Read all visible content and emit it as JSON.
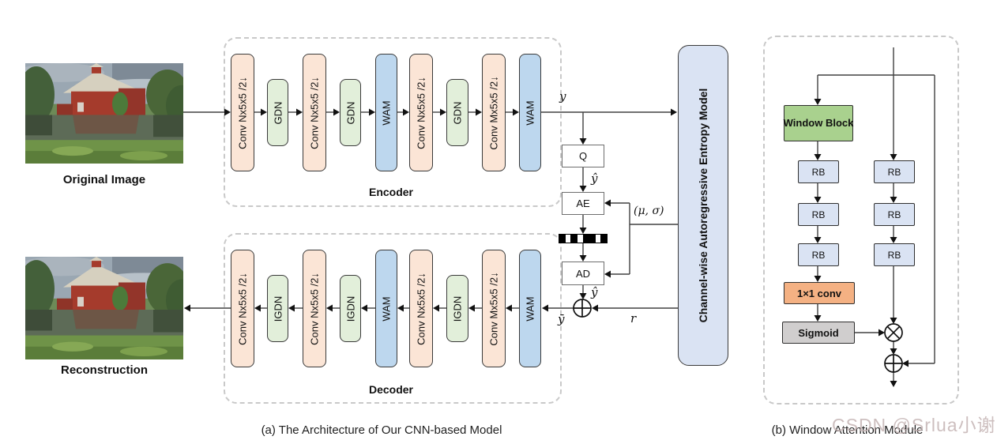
{
  "captions": {
    "a": "(a) The Architecture of Our CNN-based Model",
    "b": "(b) Window Attention Module"
  },
  "watermark": "CSDN @Srlua小谢",
  "images": {
    "original_label": "Original Image",
    "reconstruction_label": "Reconstruction"
  },
  "encoder": {
    "title": "Encoder",
    "blocks": [
      "Conv Nx5x5 /2↓",
      "GDN",
      "Conv Nx5x5 /2↓",
      "GDN",
      "WAM",
      "Conv Nx5x5 /2↓",
      "GDN",
      "Conv Mx5x5 /2↓",
      "WAM"
    ]
  },
  "decoder": {
    "title": "Decoder",
    "blocks": [
      "Conv Nx5x5 /2↓",
      "IGDN",
      "Conv Nx5x5 /2↓",
      "IGDN",
      "WAM",
      "Conv Nx5x5 /2↓",
      "IGDN",
      "Conv Mx5x5 /2↓",
      "WAM"
    ]
  },
  "entropy_model": {
    "label": "Channel-wise Autoregressive Entropy Model"
  },
  "codec": {
    "quantizer": "Q",
    "arithmetic_encoder": "AE",
    "arithmetic_decoder": "AD"
  },
  "signals": {
    "y": "y",
    "y_hat": "ŷ",
    "y_bar": "ȳ",
    "r": "r",
    "mu_sigma": "(μ, σ)"
  },
  "wam_module": {
    "window_block": "Window Block",
    "rb": "RB",
    "conv1x1": "1×1 conv",
    "sigmoid": "Sigmoid"
  },
  "colors": {
    "conv_block": "#fbe5d6",
    "gdn_block": "#e2efda",
    "wam_block": "#bdd7ee",
    "entropy_box": "#dae3f3",
    "window_block": "#a9d18e",
    "rb_block": "#dae3f3",
    "conv1x1_block": "#f4b183",
    "sigmoid_block": "#d0cece",
    "dashed_border": "#c9c9c9"
  }
}
